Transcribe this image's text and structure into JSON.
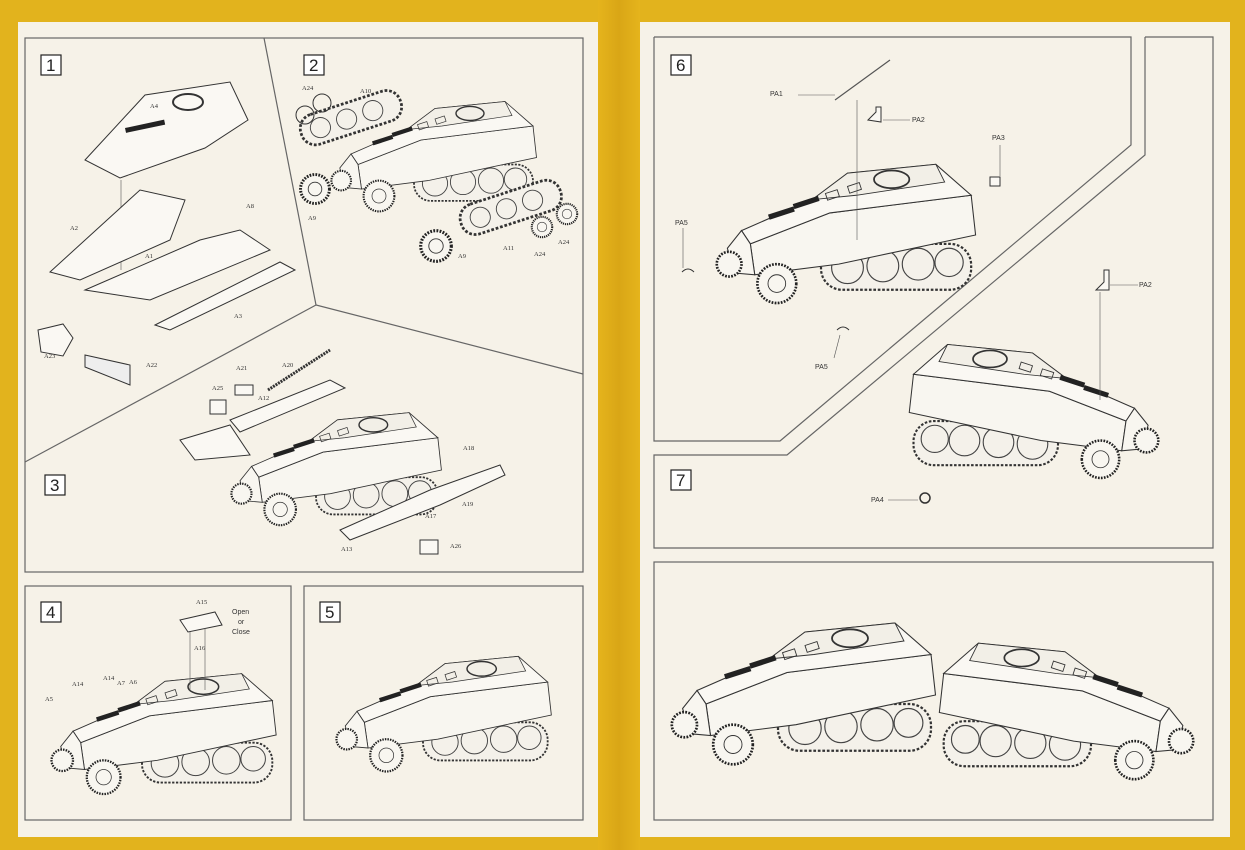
{
  "steps": {
    "s1": "1",
    "s2": "2",
    "s3": "3",
    "s4": "4",
    "s5": "5",
    "s6": "6",
    "s7": "7"
  },
  "step1_parts": {
    "a4": "A4",
    "a2": "A2",
    "a8": "A8",
    "a1": "A1",
    "a3": "A3",
    "a23": "A23",
    "a22": "A22"
  },
  "step2_parts": {
    "a24a": "A24",
    "a10": "A10",
    "a9a": "A9",
    "a9b": "A9",
    "a11": "A11",
    "a24b": "A24",
    "a24c": "A24"
  },
  "step3_parts": {
    "a20": "A20",
    "a21": "A21",
    "a25": "A25",
    "a12": "A12",
    "a18": "A18",
    "a19": "A19",
    "a17": "A17",
    "a13": "A13",
    "a26": "A26"
  },
  "step4_parts": {
    "a15": "A15",
    "open": "Open",
    "or": "or",
    "close": "Close",
    "a16": "A16",
    "a5": "A5",
    "a14a": "A14",
    "a14b": "A14",
    "a7": "A7",
    "a6": "A6"
  },
  "step6_parts": {
    "pa1": "PA1",
    "pa2": "PA2",
    "pa3": "PA3",
    "pa5a": "PA5",
    "pa5b": "PA5"
  },
  "step7_parts": {
    "pa2": "PA2",
    "pa4": "PA4"
  },
  "colors": {
    "background": "#e2b31d",
    "paper": "#f6f2e8",
    "line": "#555555"
  }
}
